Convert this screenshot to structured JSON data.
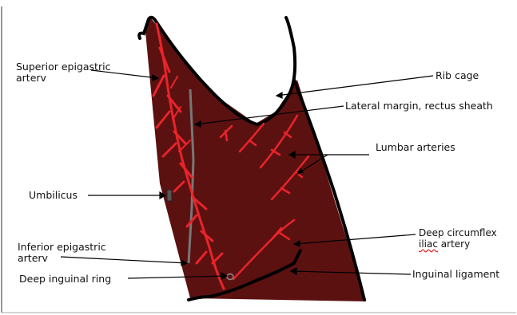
{
  "diagram": {
    "labels": {
      "superior_epigastric": [
        "Superior epigastric",
        "arterv"
      ],
      "umbilicus": "Umbilicus",
      "inferior_epigastric": [
        "Inferior epigastric",
        "arterv"
      ],
      "deep_inguinal_ring": "Deep inguinal ring",
      "rib_cage": "Rib cage",
      "lateral_margin": "Lateral margin, rectus sheath",
      "lumbar_arteries": "Lumbar arteries",
      "deep_circumflex": [
        "Deep circumflex",
        "iliac",
        "artery"
      ],
      "inguinal_ligament": "Inguinal ligament"
    },
    "colors": {
      "wall": "#5c1111",
      "artery": "#e8242a",
      "outline": "#000000",
      "sheath": "#777777"
    }
  }
}
